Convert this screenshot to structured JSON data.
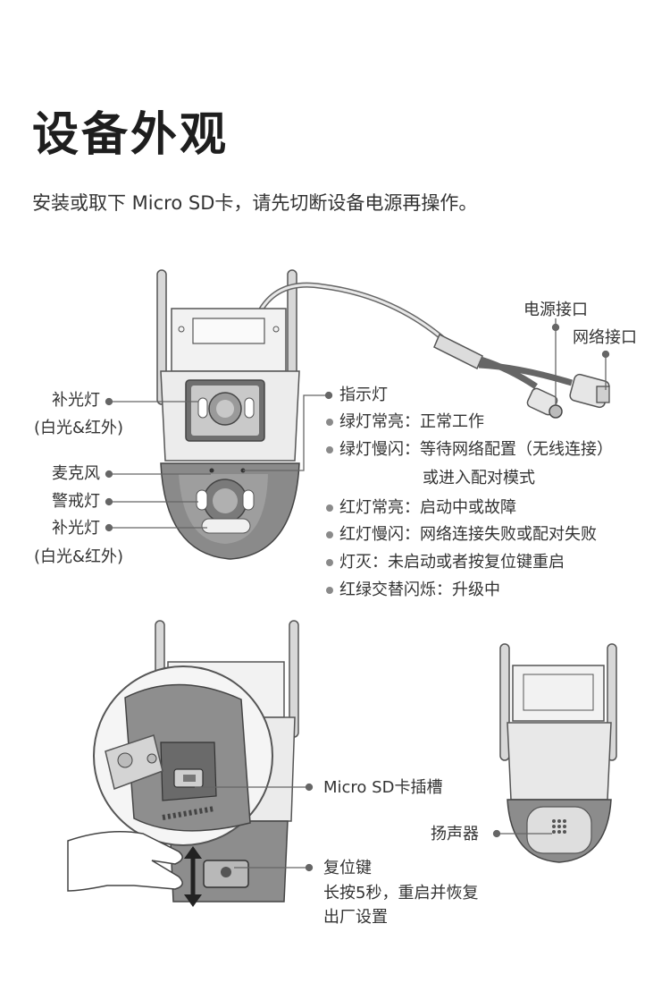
{
  "title": "设备外观",
  "subtitle": "安装或取下 Micro SD卡，请先切断设备电源再操作。",
  "left_labels": [
    "补光灯",
    "(白光&红外)",
    "麦克风",
    "警戒灯",
    "补光灯",
    "(白光&红外)"
  ],
  "port_labels": {
    "power": "电源接口",
    "network": "网络接口"
  },
  "indicator": {
    "heading": "指示灯",
    "items": [
      "绿灯常亮：正常工作",
      "绿灯慢闪：等待网络配置（无线连接）",
      "或进入配对模式",
      "红灯常亮：启动中或故障",
      "红灯慢闪：网络连接失败或配对失败",
      "灯灭：未启动或者按复位键重启",
      "红绿交替闪烁：升级中"
    ]
  },
  "lower_labels": {
    "sd_slot": "Micro SD卡插槽",
    "reset": "复位键",
    "reset_desc_1": "长按5秒，重启并恢复",
    "reset_desc_2": "出厂设置",
    "speaker": "扬声器"
  },
  "colors": {
    "line": "#555555",
    "dot": "#8a8a8a",
    "body_light": "#e4e4e4",
    "body_dark": "#8c8c8c",
    "text": "#333333"
  }
}
